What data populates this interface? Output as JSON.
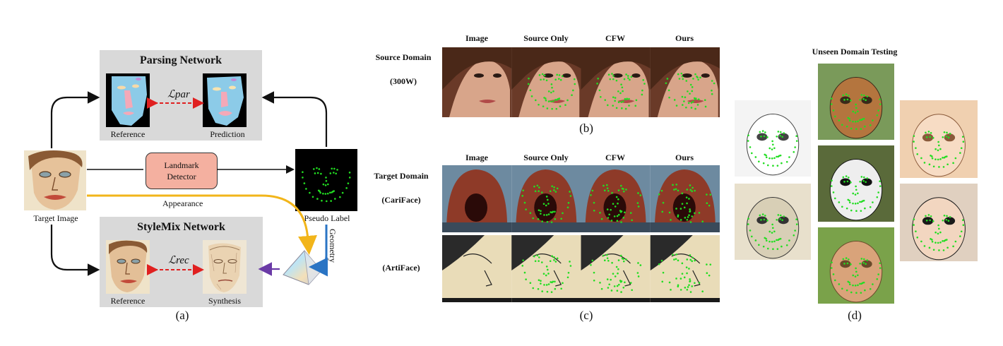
{
  "panel_a": {
    "parsing_title": "Parsing Network",
    "stylemix_title": "StyleMix Network",
    "loss_par": "ℒpar",
    "loss_rec": "ℒrec",
    "reference_label": "Reference",
    "prediction_label": "Prediction",
    "synthesis_label": "Synthesis",
    "target_image_label": "Target Image",
    "detector_line1": "Landmark",
    "detector_line2": "Detector",
    "appearance_label": "Appearance",
    "pseudo_label": "Pseudo Label",
    "geometry_label": "Geometry",
    "caption": "(a)"
  },
  "panel_b": {
    "col_image": "Image",
    "col_source_only": "Source Only",
    "col_cfw": "CFW",
    "col_ours": "Ours",
    "row_line1": "Source Domain",
    "row_line2": "(300W)",
    "caption": "(b)"
  },
  "panel_c": {
    "col_image": "Image",
    "col_source_only": "Source Only",
    "col_cfw": "CFW",
    "col_ours": "Ours",
    "row_title": "Target Domain",
    "row1": "(CariFace)",
    "row2": "(ArtiFace)",
    "caption": "(c)"
  },
  "panel_d": {
    "title": "Unseen Domain Testing",
    "caption": "(d)"
  },
  "colors": {
    "panel_gray": "#d9d9d9",
    "detector_fill": "#f4b0a0",
    "loss_red": "#e02020",
    "appearance_yellow": "#f2b51a",
    "geometry_blue": "#2a74c4",
    "synthesis_purple": "#6a3aa6",
    "landmark_green": "#22dd22"
  }
}
